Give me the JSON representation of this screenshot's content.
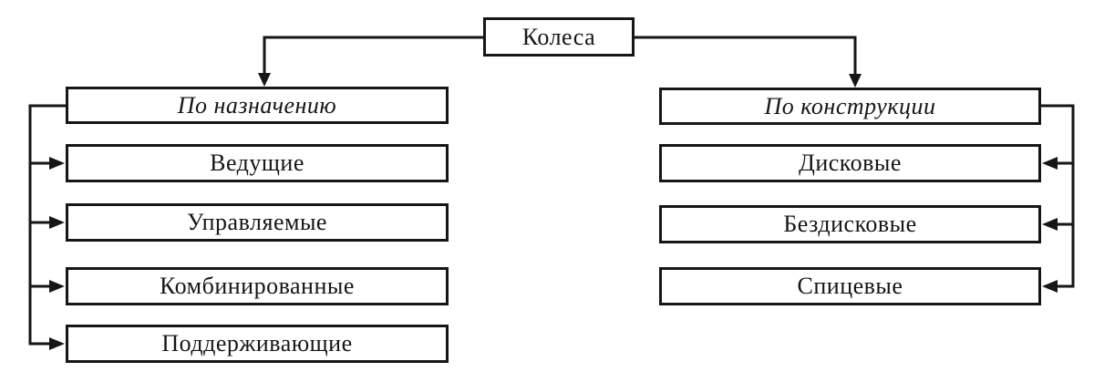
{
  "diagram": {
    "title": "Колеса",
    "ink_color": "#161616",
    "background_color": "#ffffff",
    "root": {
      "label": "Колеса"
    },
    "left": {
      "category": "По назначению",
      "items": [
        "Ведущие",
        "Управляемые",
        "Комбинированные",
        "Поддерживающие"
      ]
    },
    "right": {
      "category": "По конструкции",
      "items": [
        "Дисковые",
        "Бездисковые",
        "Спицевые"
      ]
    }
  }
}
